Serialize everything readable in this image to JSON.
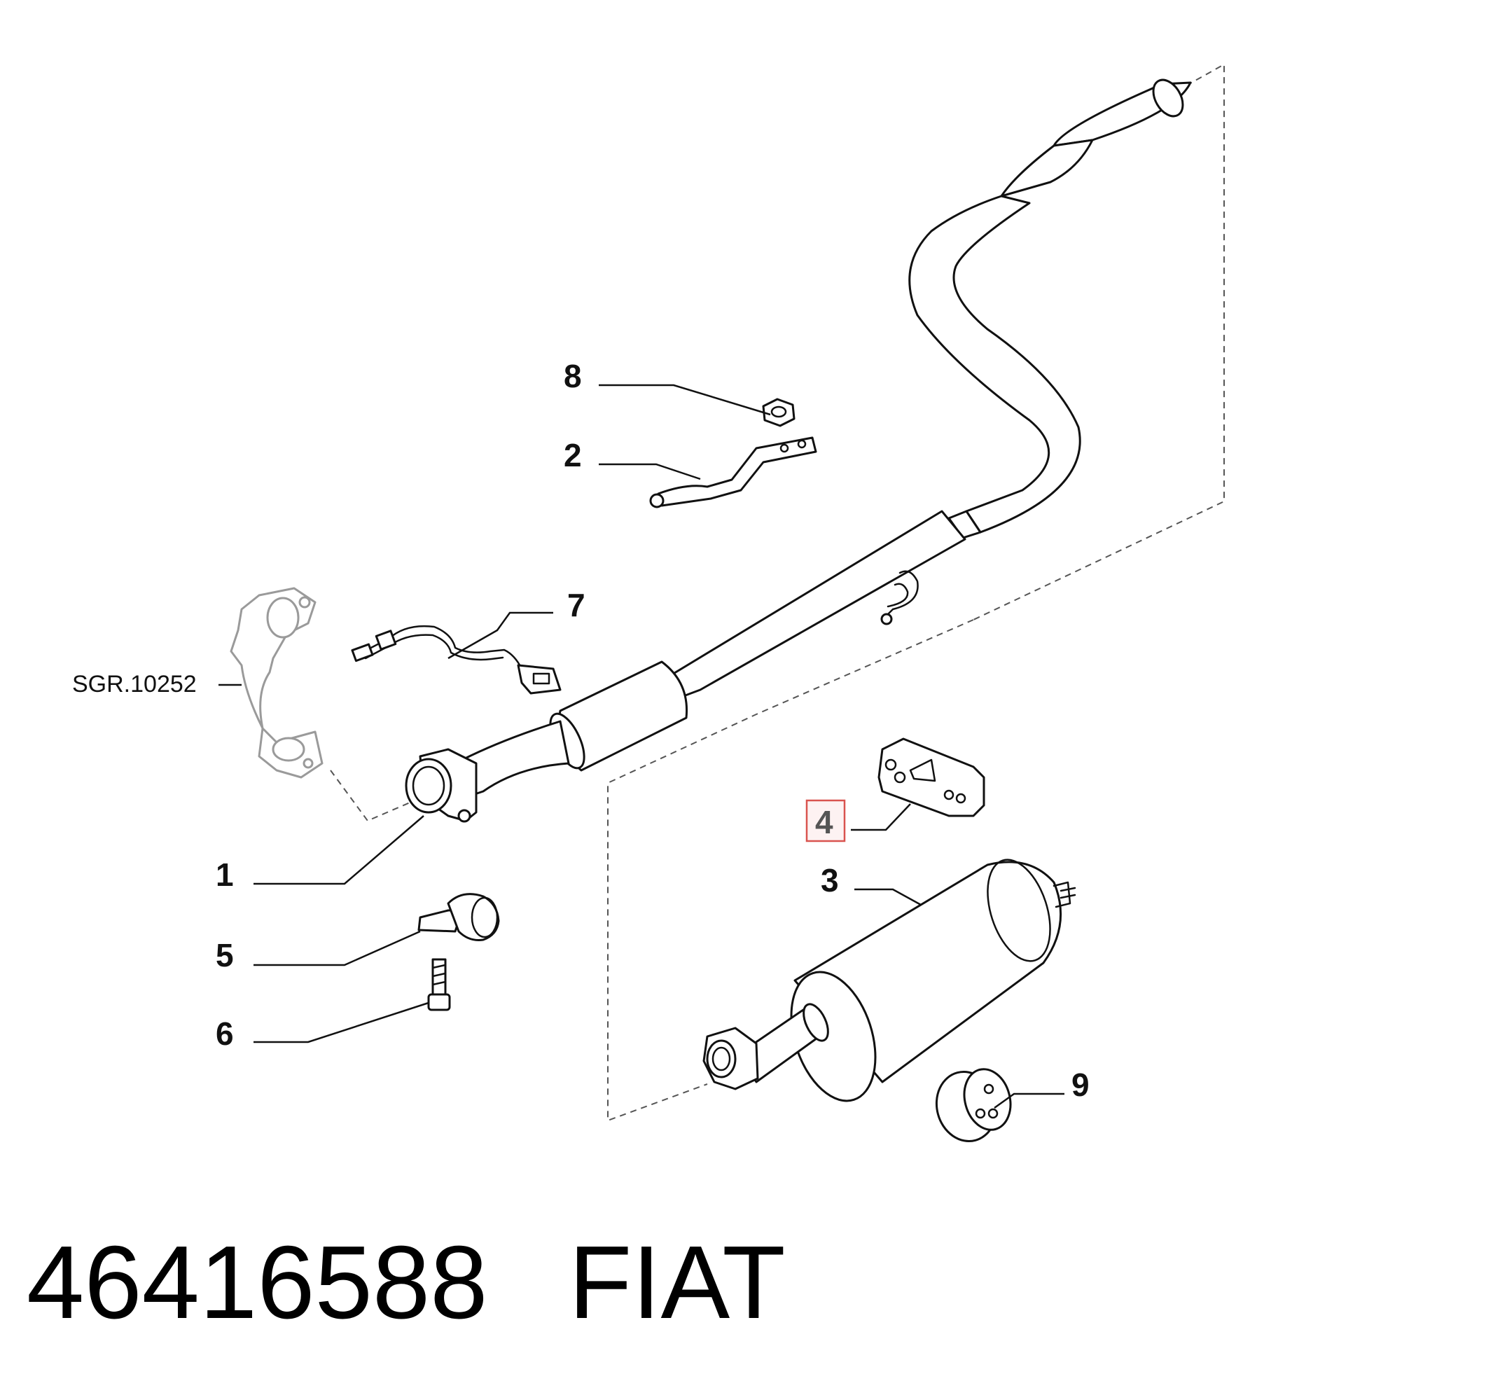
{
  "diagram": {
    "callouts": {
      "c1": "1",
      "c2": "2",
      "c3": "3",
      "c4": "4",
      "c5": "5",
      "c6": "6",
      "c7": "7",
      "c8": "8",
      "c9": "9"
    },
    "highlighted_callout": "4",
    "highlight_color": "#d9534f",
    "reference_label": "SGR.10252"
  },
  "footer": {
    "part_number": "46416588",
    "brand": "FIAT"
  }
}
